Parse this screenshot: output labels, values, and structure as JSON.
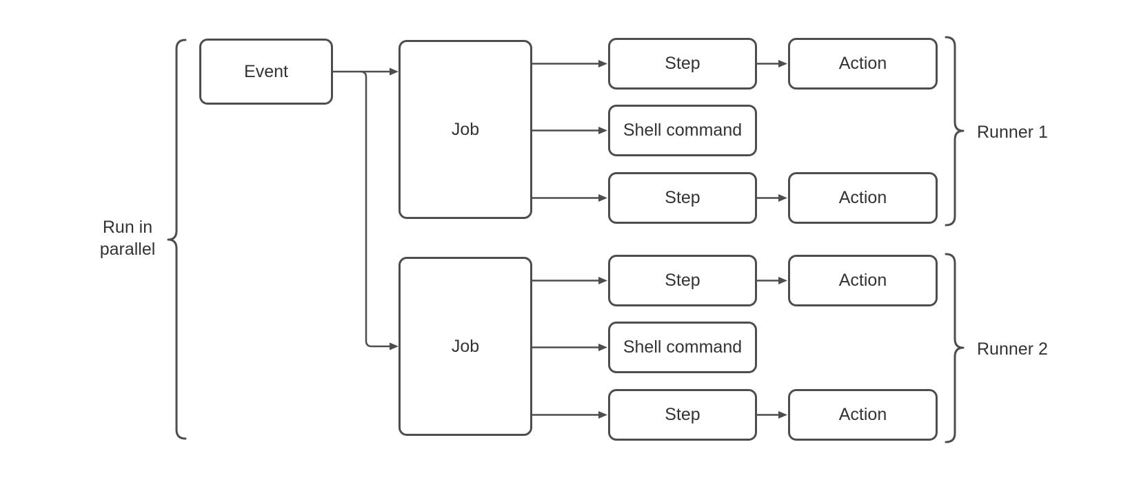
{
  "colors": {
    "stroke": "#4d4d4d",
    "text": "#333333",
    "background": "#ffffff"
  },
  "labels": {
    "parallel_line1": "Run in",
    "parallel_line2": "parallel",
    "event": "Event"
  },
  "groups": [
    {
      "job": "Job",
      "runner": "Runner 1",
      "rows": [
        {
          "label": "Step",
          "action": "Action"
        },
        {
          "label": "Shell command"
        },
        {
          "label": "Step",
          "action": "Action"
        }
      ]
    },
    {
      "job": "Job",
      "runner": "Runner 2",
      "rows": [
        {
          "label": "Step",
          "action": "Action"
        },
        {
          "label": "Shell command"
        },
        {
          "label": "Step",
          "action": "Action"
        }
      ]
    }
  ]
}
